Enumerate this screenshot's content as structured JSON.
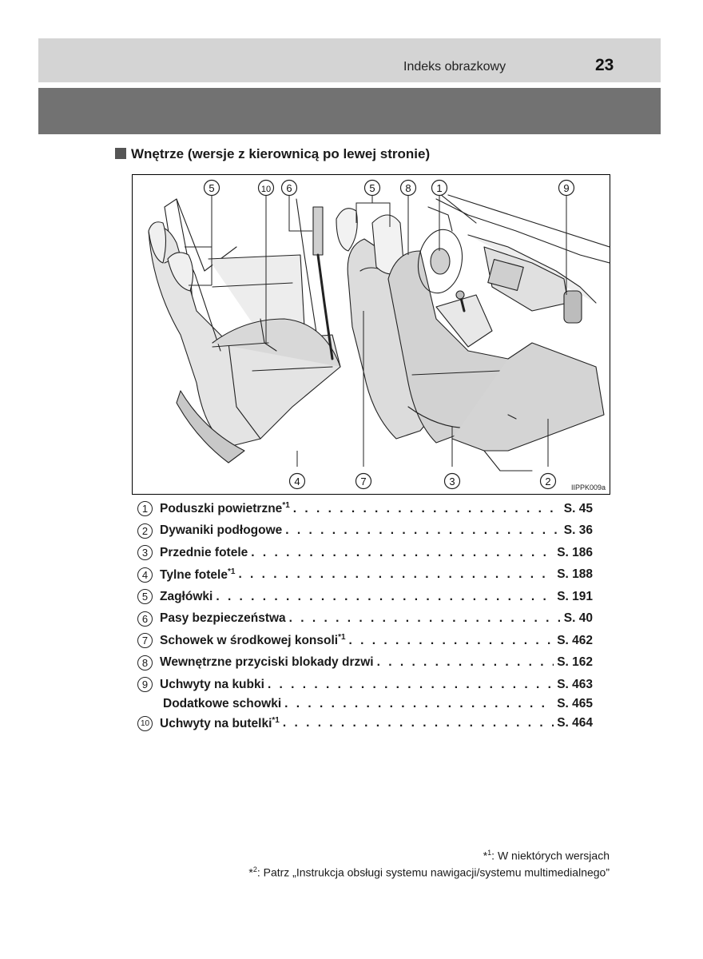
{
  "header": {
    "section_title": "Indeks obrazkowy",
    "page_number": "23"
  },
  "section": {
    "title": "Wnętrze (wersje z kierownicą po lewej stronie)"
  },
  "figure": {
    "code": "IIPPK009a",
    "top_callouts": [
      "5",
      "10",
      "6",
      "5",
      "8",
      "1",
      "9"
    ],
    "bottom_callouts": [
      "4",
      "7",
      "3",
      "2"
    ]
  },
  "items": [
    {
      "num": "1",
      "label": "Poduszki powietrzne",
      "sup": "*1",
      "page": "S. 45"
    },
    {
      "num": "2",
      "label": "Dywaniki podłogowe",
      "sup": "",
      "page": "S. 36"
    },
    {
      "num": "3",
      "label": "Przednie fotele",
      "sup": "",
      "page": "S. 186"
    },
    {
      "num": "4",
      "label": "Tylne fotele",
      "sup": "*1",
      "page": "S. 188"
    },
    {
      "num": "5",
      "label": "Zagłówki",
      "sup": "",
      "page": "S. 191"
    },
    {
      "num": "6",
      "label": "Pasy bezpieczeństwa",
      "sup": "",
      "page": "S. 40"
    },
    {
      "num": "7",
      "label": "Schowek w środkowej konsoli",
      "sup": "*1",
      "page": "S. 462"
    },
    {
      "num": "8",
      "label": "Wewnętrzne przyciski blokady drzwi",
      "sup": "",
      "page": "S. 162"
    },
    {
      "num": "9",
      "label": "Uchwyty na kubki",
      "sup": "",
      "page": "S. 463",
      "sub_label": "Dodatkowe schowki",
      "sub_page": "S. 465"
    },
    {
      "num": "10",
      "label": "Uchwyty na butelki",
      "sup": "*1",
      "page": "S. 464"
    }
  ],
  "footnotes": [
    {
      "mark": "*",
      "sup": "1",
      "text": ": W niektórych wersjach"
    },
    {
      "mark": "*",
      "sup": "2",
      "text": ": Patrz „Instrukcja obsługi systemu nawigacji/systemu multimedialnego”"
    }
  ]
}
